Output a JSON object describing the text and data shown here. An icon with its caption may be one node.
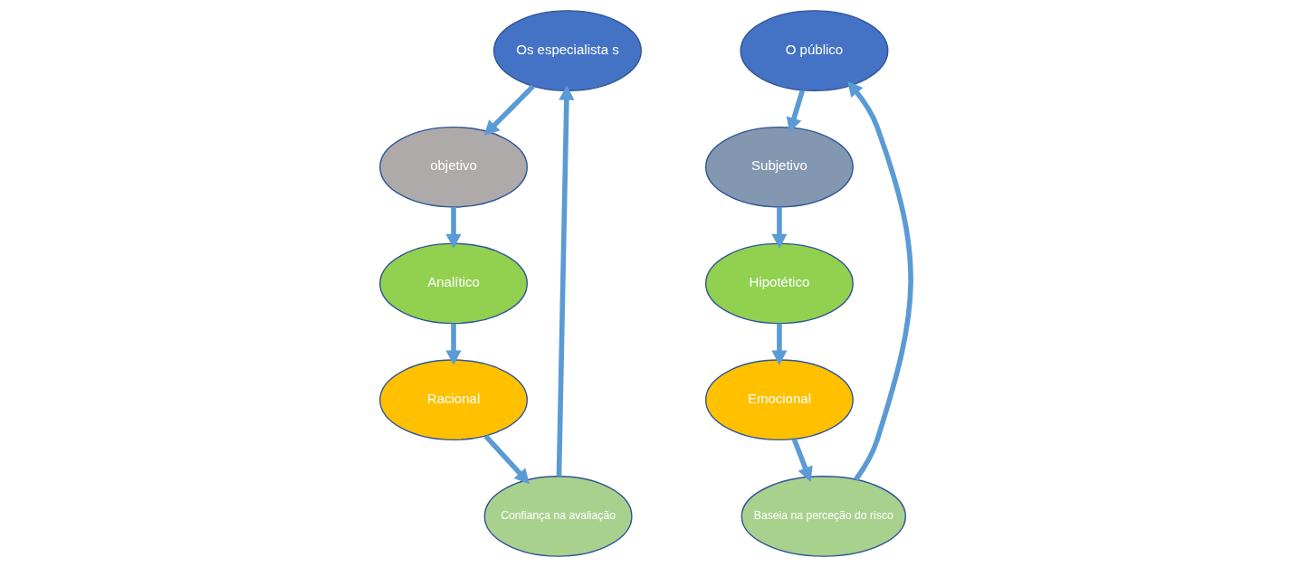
{
  "diagram": {
    "nodes": [
      {
        "text": [
          "Os especialista s"
        ]
      },
      {
        "text": [
          "objetivo"
        ]
      },
      {
        "text": [
          "Analítico"
        ]
      },
      {
        "text": [
          "Racional"
        ]
      },
      {
        "text": [
          "Confiança na avaliação"
        ]
      },
      {
        "text": [
          "O público"
        ]
      },
      {
        "text": [
          "Subjetivo"
        ]
      },
      {
        "text": [
          "Hipotético"
        ]
      },
      {
        "text": [
          "Emocional"
        ]
      },
      {
        "text": [
          "Baseia na perceção do risco"
        ]
      }
    ],
    "edges": [
      {
        "from": 0,
        "to": 1,
        "arrow": "to"
      },
      {
        "from": 1,
        "to": 2,
        "arrow": "to"
      },
      {
        "from": 2,
        "to": 3,
        "arrow": "to"
      },
      {
        "from": 3,
        "to": 4,
        "arrow": "to"
      },
      {
        "from": 4,
        "to": 0,
        "arrow": "to"
      },
      {
        "from": 5,
        "to": 6,
        "arrow": "to"
      },
      {
        "from": 6,
        "to": 7,
        "arrow": "to"
      },
      {
        "from": 7,
        "to": 8,
        "arrow": "to"
      },
      {
        "from": 8,
        "to": 9,
        "arrow": "to"
      },
      {
        "from": 9,
        "to": 5,
        "arrow": "to"
      }
    ]
  }
}
